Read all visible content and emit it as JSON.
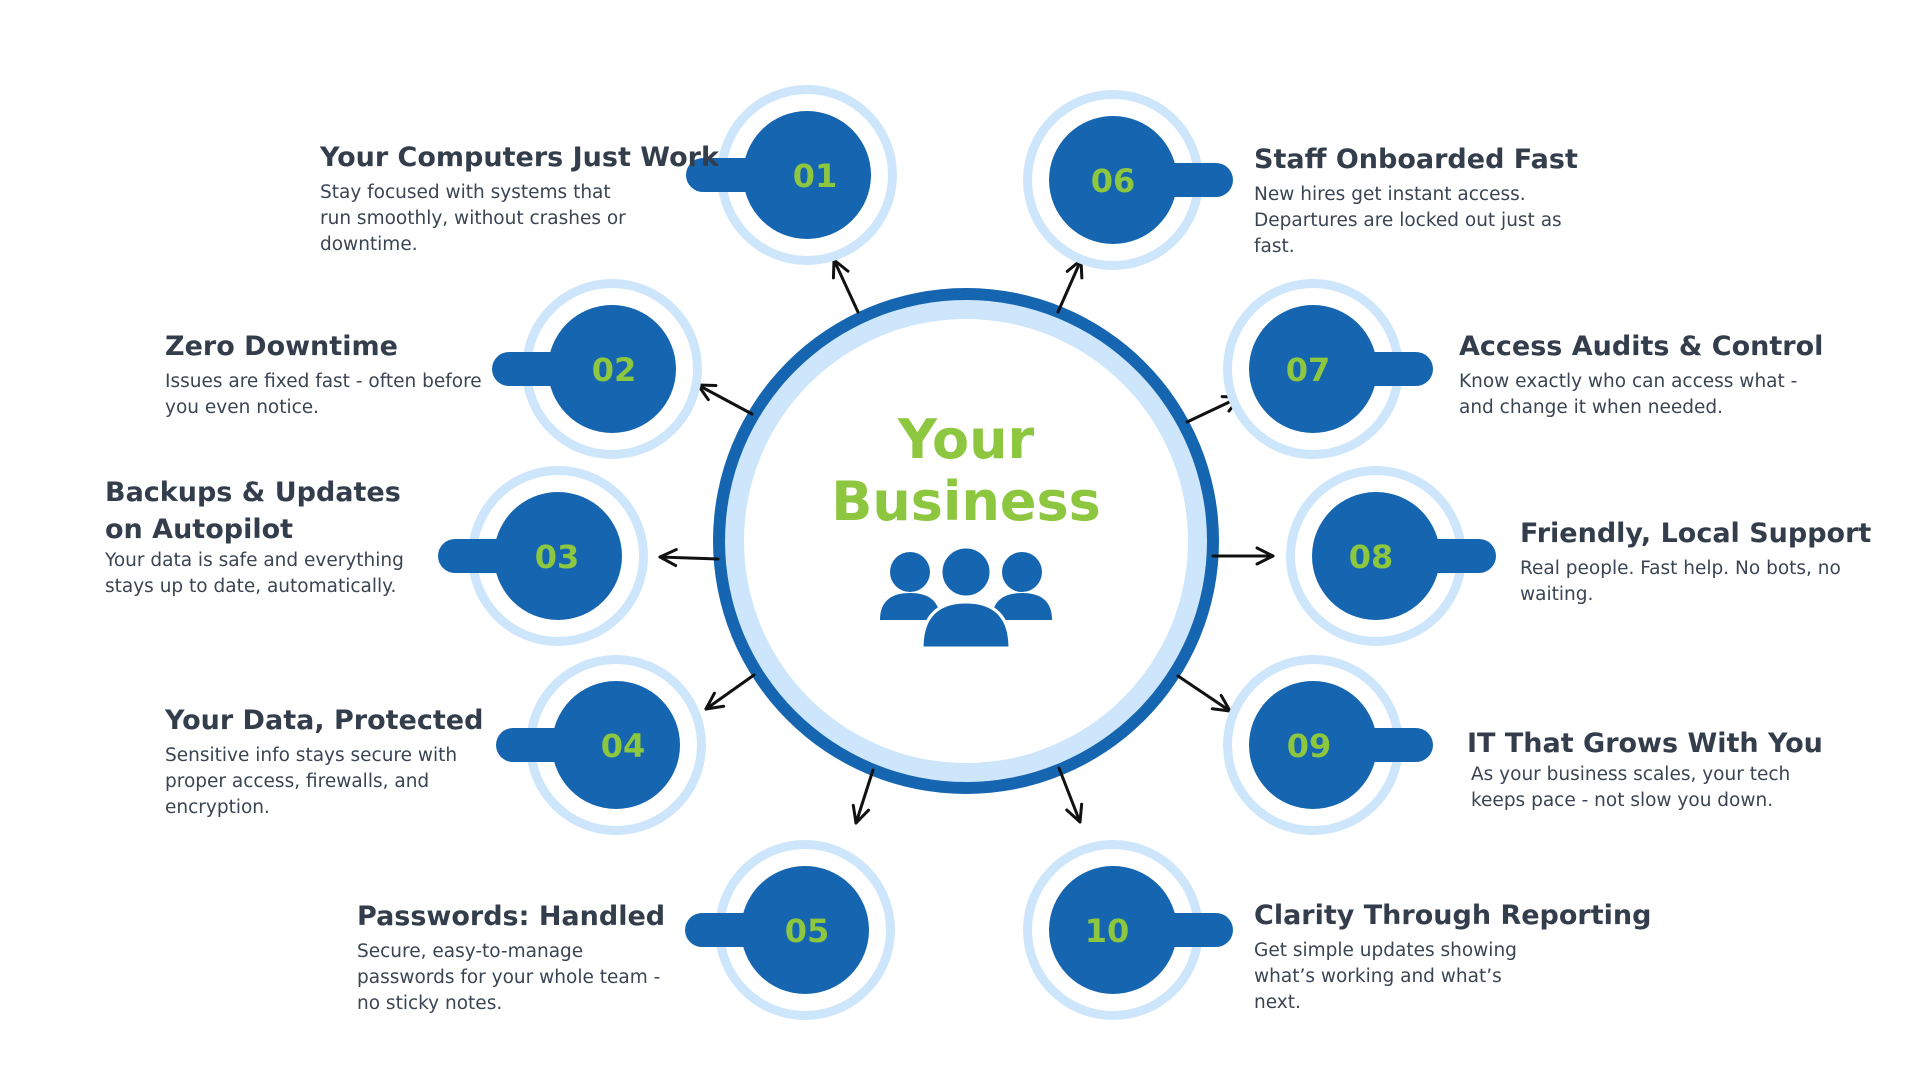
{
  "center": {
    "title_line1": "Your",
    "title_line2": "Business",
    "icon": "team-icon"
  },
  "colors": {
    "primary_blue": "#1565b0",
    "light_ring": "#cde6fb",
    "accent_green": "#8dc63f",
    "text_dark": "#333d4b"
  },
  "items": [
    {
      "number": "01",
      "title": "Your Computers Just Work",
      "desc": "Stay focused with systems that run smoothly, without crashes or downtime."
    },
    {
      "number": "02",
      "title": "Zero Downtime",
      "desc": "Issues are fixed fast - often before you even notice."
    },
    {
      "number": "03",
      "title": "Backups & Updates on Autopilot",
      "desc": "Your data is safe and everything stays up to date, automatically."
    },
    {
      "number": "04",
      "title": "Your Data, Protected",
      "desc": "Sensitive info stays secure with proper access, firewalls, and encryption."
    },
    {
      "number": "05",
      "title": "Passwords: Handled",
      "desc": "Secure, easy-to-manage passwords for your whole team - no sticky notes."
    },
    {
      "number": "06",
      "title": "Staff Onboarded Fast",
      "desc": "New hires get instant access. Departures are locked out just as fast."
    },
    {
      "number": "07",
      "title": "Access Audits & Control",
      "desc": "Know exactly who can access what - and change it when needed."
    },
    {
      "number": "08",
      "title": "Friendly, Local Support",
      "desc": "Real people. Fast help. No bots, no waiting."
    },
    {
      "number": "09",
      "title": "IT That Grows With You",
      "desc": "As your business scales, your tech keeps pace - not slow you down."
    },
    {
      "number": "10",
      "title": "Clarity Through Reporting",
      "desc": "Get simple updates showing what’s working and what’s next."
    }
  ]
}
